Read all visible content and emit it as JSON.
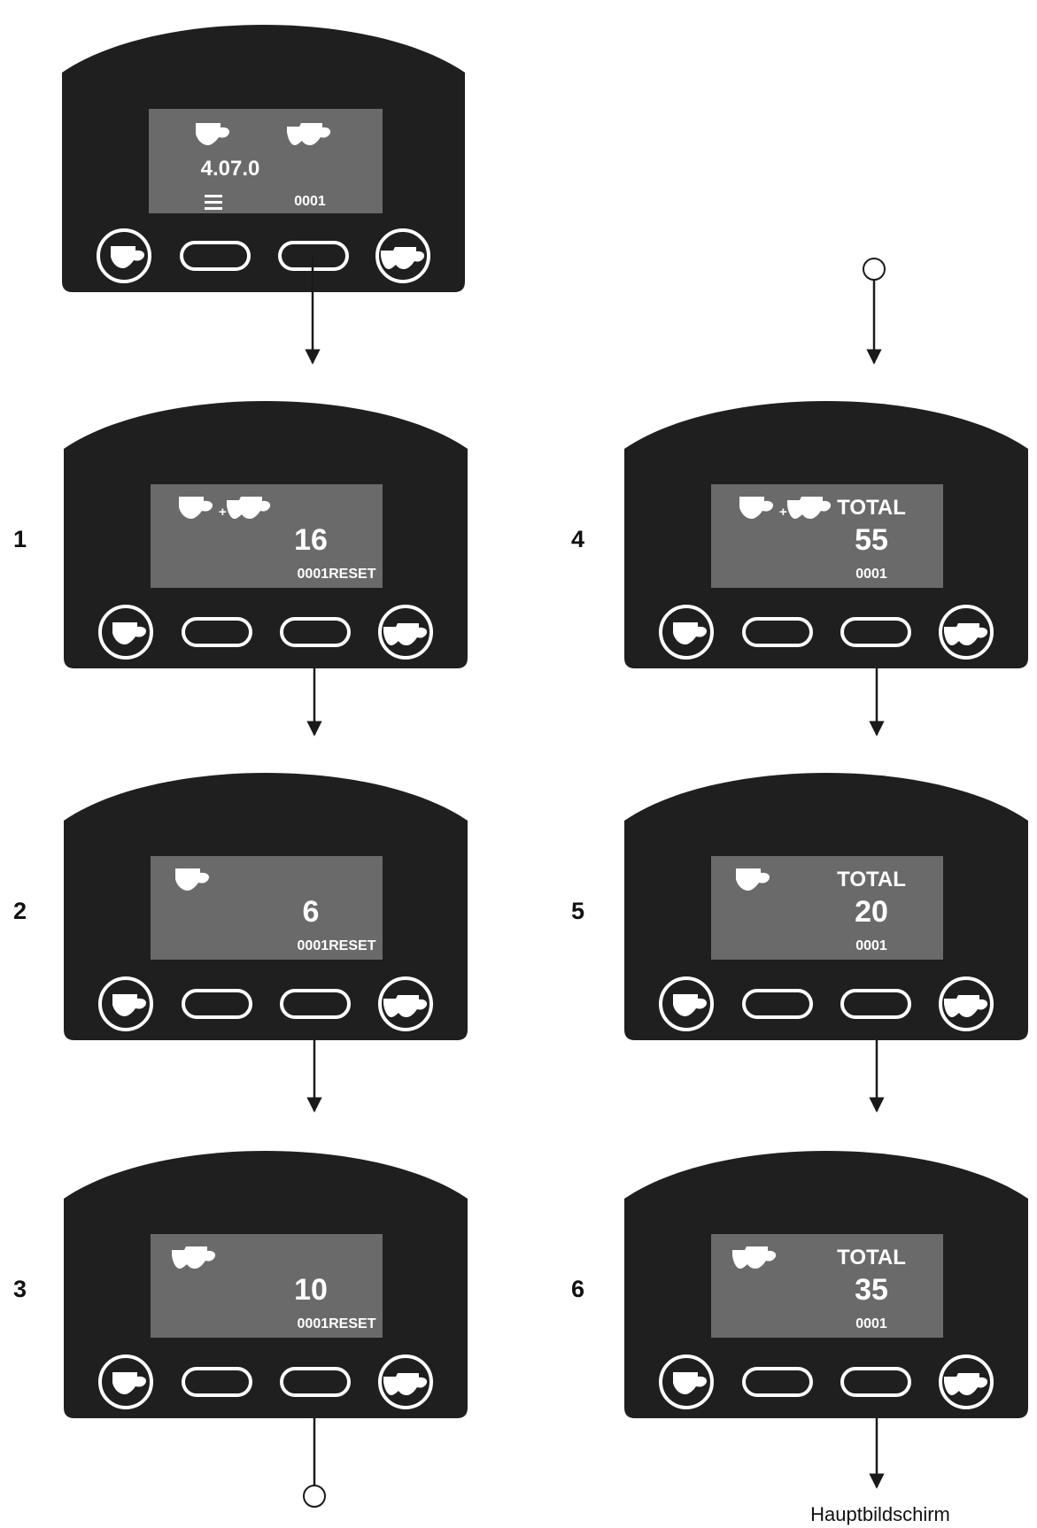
{
  "main_screen": {
    "version": "4.07.0",
    "menu_icon": "menu-icon",
    "counter_id": "0001"
  },
  "steps": [
    {
      "number": "1",
      "icons": "single-plus-double-cup",
      "total_label": "",
      "value": "16",
      "footer": "0001RESET"
    },
    {
      "number": "2",
      "icons": "single-cup",
      "total_label": "",
      "value": "6",
      "footer": "0001RESET"
    },
    {
      "number": "3",
      "icons": "double-cup",
      "total_label": "",
      "value": "10",
      "footer": "0001RESET"
    },
    {
      "number": "4",
      "icons": "single-plus-double-cup",
      "total_label": "TOTAL",
      "value": "55",
      "footer": "0001"
    },
    {
      "number": "5",
      "icons": "single-cup",
      "total_label": "TOTAL",
      "value": "20",
      "footer": "0001"
    },
    {
      "number": "6",
      "icons": "double-cup",
      "total_label": "TOTAL",
      "value": "35",
      "footer": "0001"
    }
  ],
  "end_caption": "Hauptbildschirm",
  "colors": {
    "panel": "#201f20",
    "screen": "#6b6a6a",
    "text": "#ffffff"
  }
}
